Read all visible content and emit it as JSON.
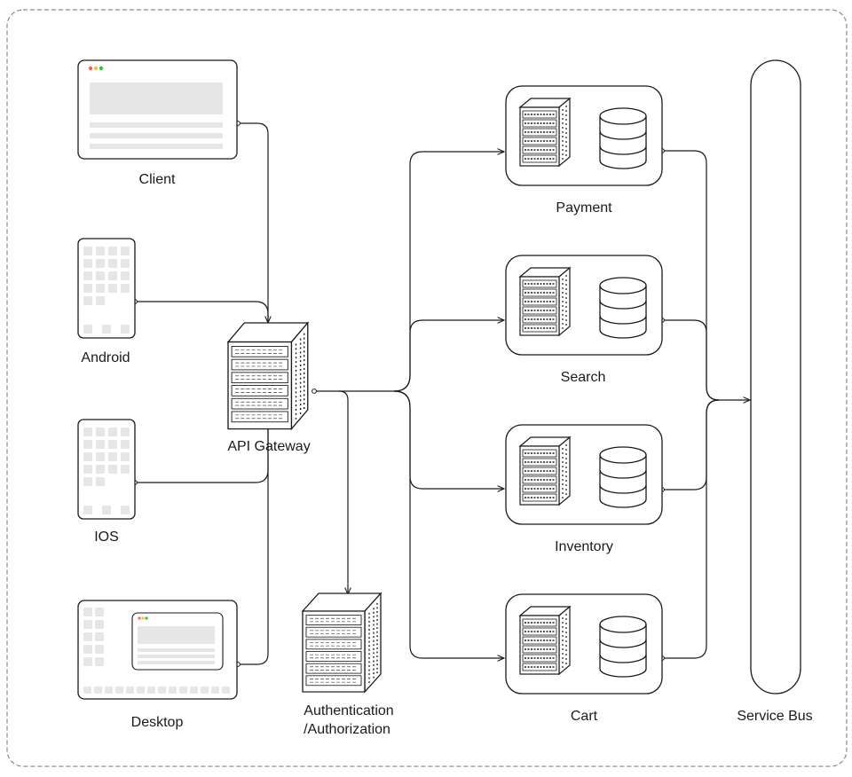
{
  "clients": {
    "client": "Client",
    "android": "Android",
    "ios": "IOS",
    "desktop": "Desktop"
  },
  "gateway": {
    "label": "API Gateway"
  },
  "auth": {
    "line1": "Authentication",
    "line2": "/Authorization"
  },
  "services": [
    {
      "label": "Payment"
    },
    {
      "label": "Search"
    },
    {
      "label": "Inventory"
    },
    {
      "label": "Cart"
    }
  ],
  "bus": {
    "label": "Service Bus"
  },
  "colors": {
    "stroke": "#1a1a1a",
    "placeholder": "#e6e6e6",
    "dot_red": "#ff5f57",
    "dot_yellow": "#febc2e",
    "dot_green": "#28c840"
  }
}
